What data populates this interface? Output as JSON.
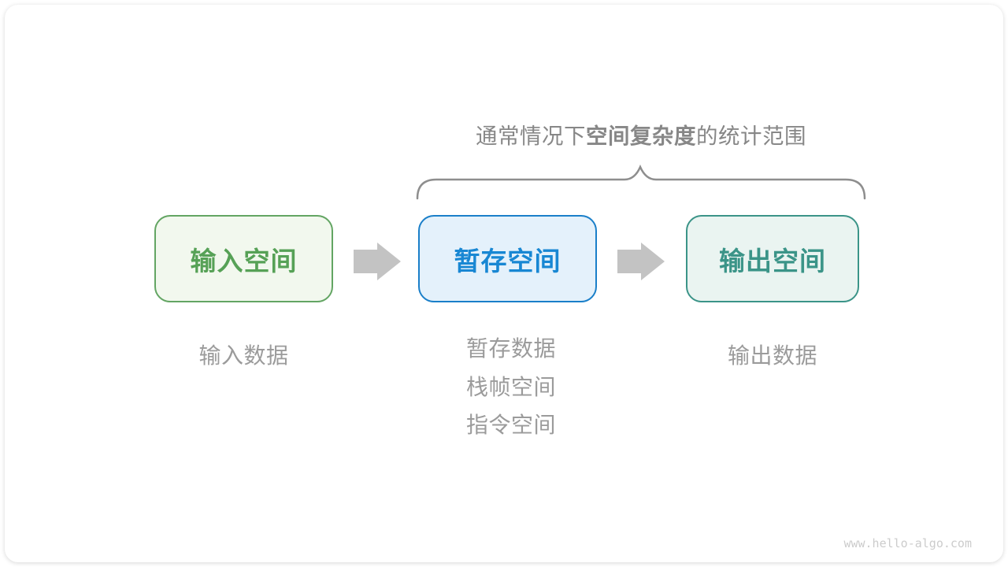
{
  "title": {
    "prefix": "通常情况下",
    "bold": "空间复杂度",
    "suffix": "的统计范围"
  },
  "boxes": [
    {
      "id": "input-space",
      "label": "输入空间",
      "border": "#63a563",
      "bg": "#f2f8ee",
      "text_color": "#56a156"
    },
    {
      "id": "temp-space",
      "label": "暂存空间",
      "border": "#1a7fc9",
      "bg": "#e4f1fb",
      "text_color": "#1887d3"
    },
    {
      "id": "output-space",
      "label": "输出空间",
      "border": "#3b9488",
      "bg": "#eaf4f1",
      "text_color": "#3b9488"
    }
  ],
  "annotations": {
    "input": [
      "输入数据"
    ],
    "temp": [
      "暂存数据",
      "栈帧空间",
      "指令空间"
    ],
    "output": [
      "输出数据"
    ]
  },
  "watermark": "www.hello-algo.com",
  "colors": {
    "canvas_bg": "#ffffff",
    "title_text": "#878787",
    "brace": "#8e8e8e",
    "arrow": "#c3c3c3",
    "annotation_text": "#9b9b9b",
    "watermark_text": "#cccccc"
  }
}
